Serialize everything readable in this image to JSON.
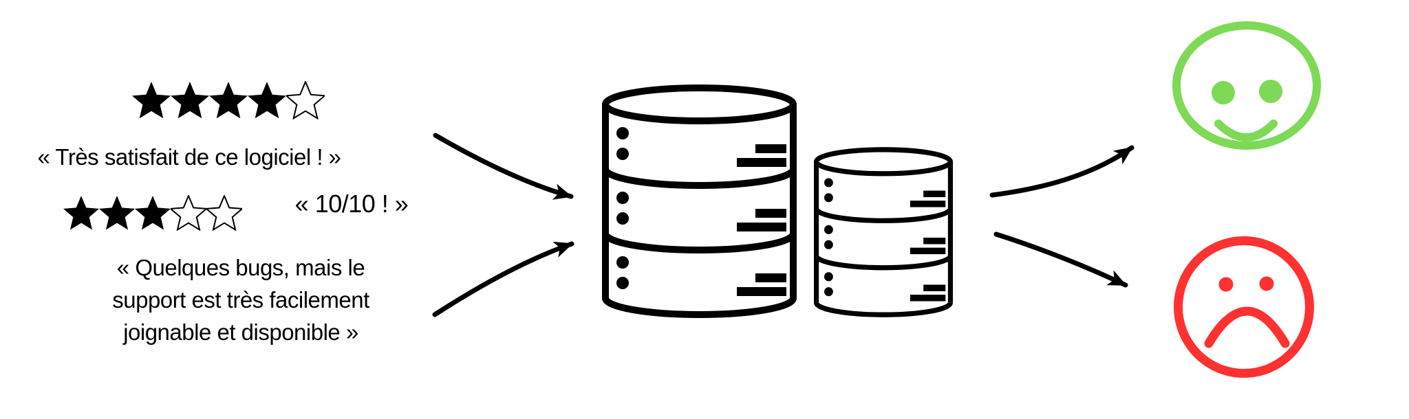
{
  "canvas": {
    "background": "#FFFFFF"
  },
  "colors": {
    "ink": "#000000",
    "positive": "#7ED957",
    "negative": "#FF3131"
  },
  "reviews": [
    {
      "rating": 4,
      "max_stars": 5,
      "quote": "« Très satisfait de ce logiciel ! »"
    },
    {
      "rating": 3,
      "max_stars": 5,
      "quote": "« 10/10 ! »"
    },
    {
      "quote_lines": [
        "« Quelques bugs, mais le",
        "support est très facilement",
        "joignable et disponible »"
      ]
    }
  ],
  "database": {
    "large_segments": 3,
    "small_segments": 3
  },
  "outcomes": [
    {
      "sentiment": "positive",
      "icon": "happy-face"
    },
    {
      "sentiment": "negative",
      "icon": "sad-face"
    }
  ]
}
